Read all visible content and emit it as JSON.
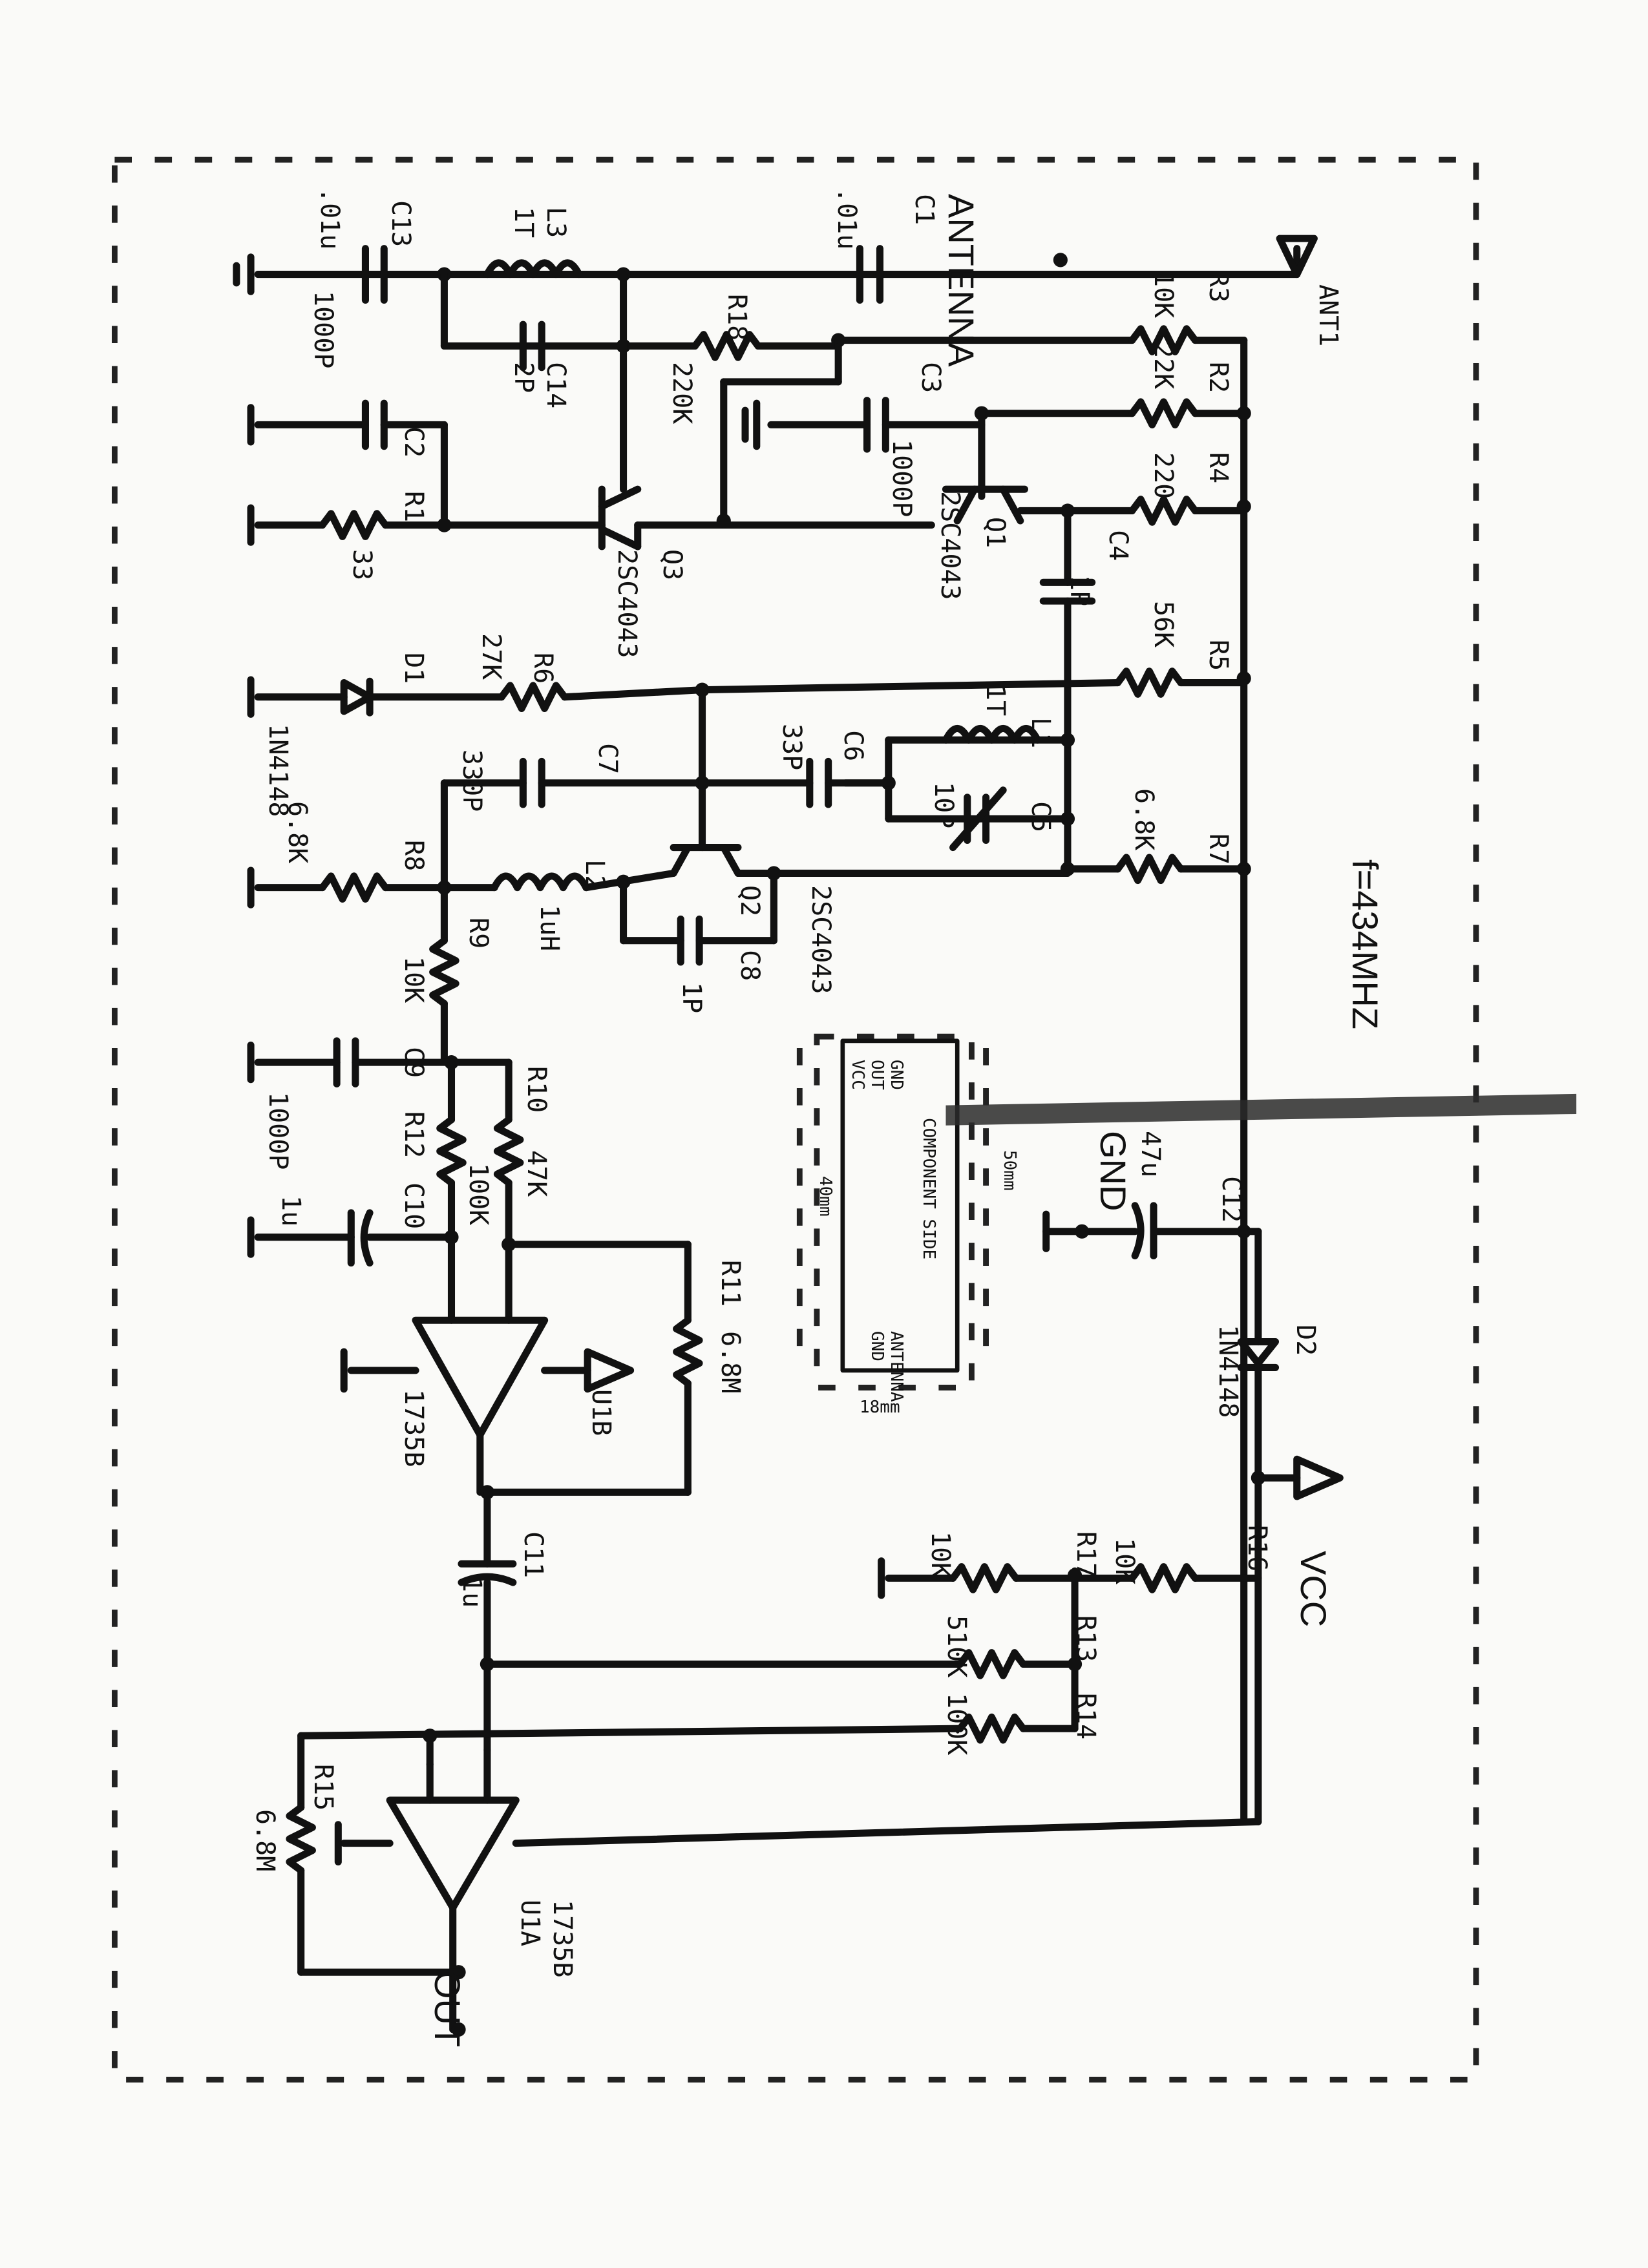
{
  "frequency": "f=434MHZ",
  "ports": {
    "antenna": "ANTENNA",
    "ant1": "ANT1",
    "vcc": "VCC",
    "out": "OUT",
    "gnd": "GND"
  },
  "components": {
    "c1": {
      "ref": "C1",
      "value": ".01u"
    },
    "c2": {
      "ref": "C2",
      "value": "1000P"
    },
    "c3": {
      "ref": "C3",
      "value": "1000P"
    },
    "c4": {
      "ref": "C4",
      "value": "1P"
    },
    "c5": {
      "ref": "C5",
      "value": "10P"
    },
    "c6": {
      "ref": "C6",
      "value": "33P"
    },
    "c7": {
      "ref": "C7",
      "value": "330P"
    },
    "c8": {
      "ref": "C8",
      "value": "1P"
    },
    "c9": {
      "ref": "C9",
      "value": "1000P"
    },
    "c10": {
      "ref": "C10",
      "value": "1u"
    },
    "c11": {
      "ref": "C11",
      "value": "1u"
    },
    "c12": {
      "ref": "C12",
      "value": "47u"
    },
    "c13": {
      "ref": "C13",
      "value": ".01u"
    },
    "c14": {
      "ref": "C14",
      "value": "2P"
    },
    "r1": {
      "ref": "R1",
      "value": "33"
    },
    "r2": {
      "ref": "R2",
      "value": "22K"
    },
    "r3": {
      "ref": "R3",
      "value": "10K"
    },
    "r4": {
      "ref": "R4",
      "value": "220"
    },
    "r5": {
      "ref": "R5",
      "value": "56K"
    },
    "r6": {
      "ref": "R6",
      "value": "27K"
    },
    "r7": {
      "ref": "R7",
      "value": "6.8K"
    },
    "r8": {
      "ref": "R8",
      "value": "6.8K"
    },
    "r9": {
      "ref": "R9",
      "value": "10K"
    },
    "r10": {
      "ref": "R10",
      "value": "47K"
    },
    "r11": {
      "ref": "R11",
      "value": "6.8M"
    },
    "r12": {
      "ref": "R12",
      "value": "100K"
    },
    "r13": {
      "ref": "R13",
      "value": "510K"
    },
    "r14": {
      "ref": "R14",
      "value": "100K"
    },
    "r15": {
      "ref": "R15",
      "value": "6.8M"
    },
    "r16": {
      "ref": "R16",
      "value": "10K"
    },
    "r17": {
      "ref": "R17",
      "value": "10K"
    },
    "r18": {
      "ref": "R18",
      "value": "220K"
    },
    "l1": {
      "ref": "L1",
      "value": "1T"
    },
    "l2": {
      "ref": "L2",
      "value": "1uH"
    },
    "l3": {
      "ref": "L3",
      "value": "1T"
    },
    "q1": {
      "ref": "Q1",
      "value": "2SC4043"
    },
    "q2": {
      "ref": "Q2",
      "value": "2SC4043"
    },
    "q3": {
      "ref": "Q3",
      "value": "2SC4043"
    },
    "d1": {
      "ref": "D1",
      "value": "1N4148"
    },
    "d2": {
      "ref": "D2",
      "value": "1N4148"
    },
    "u1a": {
      "ref": "U1A",
      "value": "1735B"
    },
    "u1b": {
      "ref": "U1B",
      "value": "1735B"
    }
  },
  "module": {
    "side_label": "COMPONENT SIDE",
    "pins_top": [
      "GND",
      "OUT",
      "VCC"
    ],
    "pins_bottom": [
      "ANTENNA",
      "GND"
    ],
    "dim_width": "40mm",
    "dim_length": "50mm",
    "dim_height": "18mm"
  }
}
